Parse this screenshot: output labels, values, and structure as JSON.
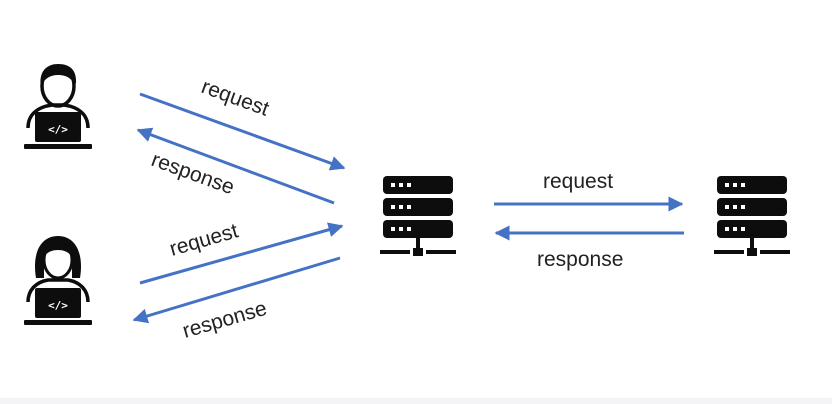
{
  "colors": {
    "arrow": "#4472c4",
    "icon": "#0d0d0d",
    "text": "#222222"
  },
  "icons": {
    "developer_male": "developer-laptop-icon",
    "developer_female": "developer-laptop-icon",
    "server_middle": "server-rack-icon",
    "server_right": "server-rack-icon"
  },
  "labels": {
    "user1_request": "request",
    "user1_response": "response",
    "user2_request": "request",
    "user2_response": "response",
    "backend_request": "request",
    "backend_response": "response",
    "laptop_code": "</>"
  }
}
